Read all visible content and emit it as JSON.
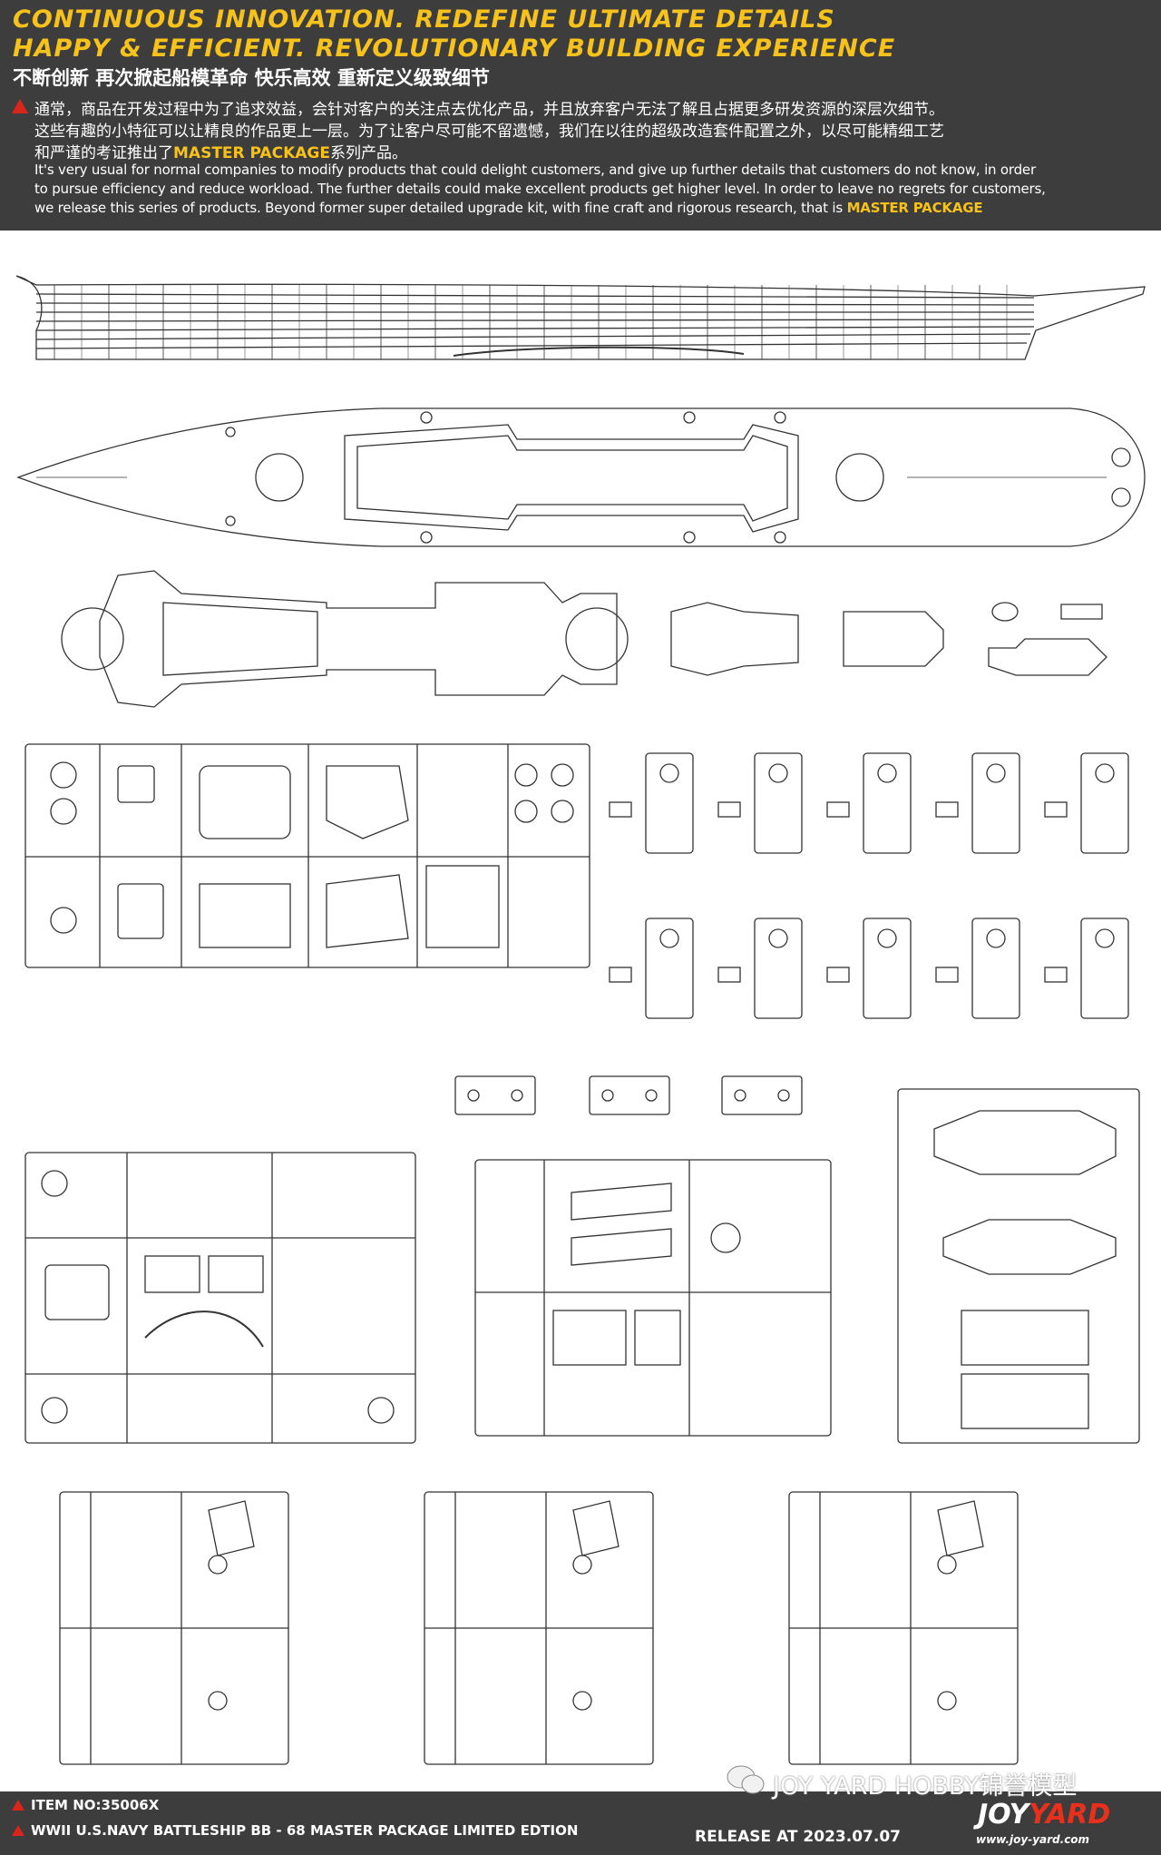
{
  "header": {
    "headline_1": "CONTINUOUS INNOVATION. REDEFINE ULTIMATE DETAILS",
    "headline_2": "HAPPY & EFFICIENT. REVOLUTIONARY BUILDING EXPERIENCE",
    "subtitle_zh": "不断创新 再次掀起船模革命 快乐高效 重新定义级致细节",
    "zh_line_1": "通常，商品在开发过程中为了追求效益，会针对客户的关注点去优化产品，并且放弃客户无法了解且占据更多研发资源的深层次细节。",
    "zh_line_2": "这些有趣的小特征可以让精良的作品更上一层。为了让客户尽可能不留遗憾，我们在以往的超级改造套件配置之外，以尽可能精细工艺",
    "zh_line_3_a": "和严谨的考证推出了",
    "zh_line_3_hl": "MASTER PACKAGE",
    "zh_line_3_b": "系列产品。",
    "en_line_1": "It's very usual for normal companies to modify products that could delight customers, and give up further details that customers do not know, in order",
    "en_line_2": "to pursue efficiency and reduce workload. The further details could make excellent products get higher level. In order to leave no regrets for customers,",
    "en_line_3": "we release this series of products. Beyond former super detailed upgrade kit, with fine craft and rigorous research, that is ",
    "en_line_3_hl": "MASTER PACKAGE"
  },
  "footer": {
    "item_no": "ITEM NO:35006X",
    "product_name": "WWII U.S.NAVY BATTLESHIP BB - 68 MASTER  PACKAGE LIMITED EDTION",
    "release": "RELEASE AT 2023.07.07",
    "brand_text": "JOY YARD HOBBY锦誉模型",
    "logo_a": "JOY",
    "logo_b": "YARD",
    "url": "www.joy-yard.com"
  },
  "colors": {
    "header_bg": "#3d3d3d",
    "accent_yellow": "#f7c21a",
    "warning_red": "#d9261c",
    "line_art": "#333333"
  }
}
